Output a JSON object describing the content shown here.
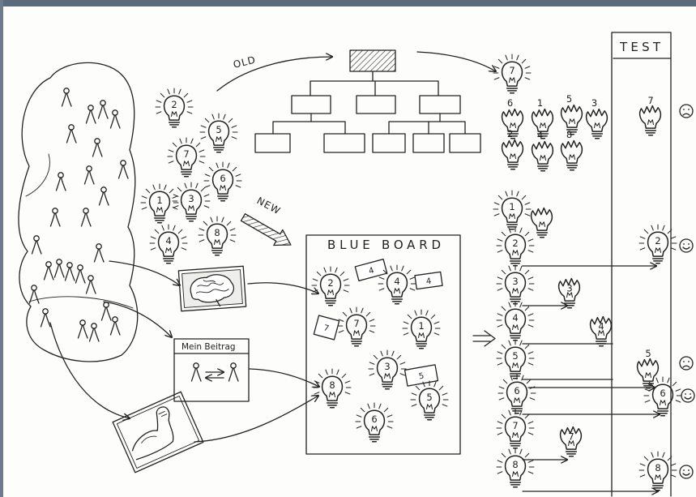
{
  "labels": {
    "old": "OLD",
    "new": "NEW",
    "blue_board": "BLUE BOARD",
    "test": "TEST",
    "mein_beitrag": "Mein Beitrag"
  },
  "crowd": {
    "icon": "stick-figure-icon"
  },
  "idea_pool": {
    "icon": "lightbulb-icon",
    "bulbs": [
      "2",
      "5",
      "7",
      "6",
      "1",
      "3",
      "8",
      "4"
    ]
  },
  "old_process": {
    "structure_icon": "org-chart-icon",
    "selected_icon": "lightbulb-icon",
    "selected_bulb": "7",
    "discarded_icon": "broken-bulb-icon",
    "discarded_bulbs": [
      "6",
      "1",
      "5",
      "3",
      "2",
      "4",
      "8"
    ]
  },
  "new_process": {
    "arrow_icon": "hatched-arrow-icon",
    "inputs": [
      "brain-picture-icon",
      "contribution-card-icon",
      "flexed-arm-picture-icon"
    ],
    "blue_board": {
      "bulb_icon": "lightbulb-icon",
      "bulbs": [
        "2",
        "4",
        "7",
        "1",
        "3",
        "8",
        "5",
        "6"
      ],
      "cards": [
        "4",
        "4",
        "7",
        "5"
      ]
    },
    "ranked_icon": "lightbulb-icon",
    "ranked_bulbs": [
      "1",
      "2",
      "3",
      "4",
      "5",
      "6",
      "7",
      "8"
    ],
    "reworked_icon": "broken-bulb-icon",
    "reworked_bulbs": [
      "3",
      "4",
      "7"
    ]
  },
  "test": {
    "results": [
      {
        "bulb": "7",
        "bulb_icon": "broken-bulb-icon",
        "face_icon": "sad-face-icon"
      },
      {
        "bulb": "2",
        "bulb_icon": "lightbulb-icon",
        "face_icon": "happy-face-icon"
      },
      {
        "bulb": "5",
        "bulb_icon": "broken-bulb-icon",
        "face_icon": "sad-face-icon"
      },
      {
        "bulb": "6",
        "bulb_icon": "lightbulb-icon",
        "face_icon": "happy-face-icon"
      },
      {
        "bulb": "8",
        "bulb_icon": "lightbulb-icon",
        "face_icon": "happy-face-icon"
      }
    ]
  },
  "colors": {
    "ink": "#222222",
    "paper": "#fdfdfb",
    "scan_border": "#5b6b7d"
  }
}
